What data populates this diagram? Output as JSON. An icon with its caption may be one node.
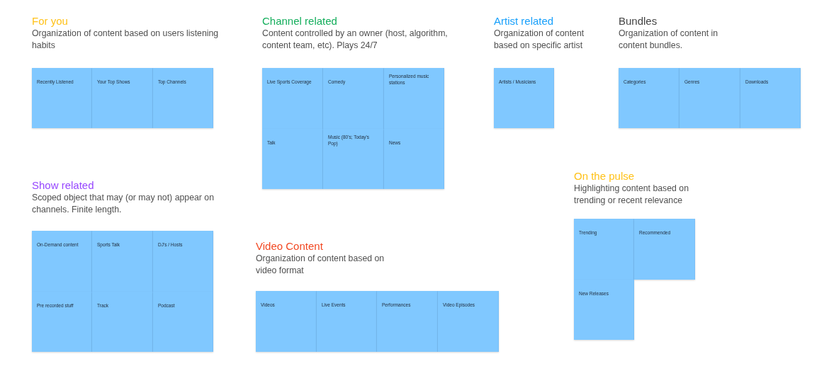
{
  "diagram": {
    "nodes": [
      {
        "text": [
          "Recently Listened"
        ]
      },
      {
        "text": [
          "Your Top Shows"
        ]
      },
      {
        "text": [
          "Top Channels"
        ]
      },
      {
        "text": [
          "Live Sports Coverage"
        ]
      },
      {
        "text": [
          "Comedy"
        ]
      },
      {
        "text": [
          "Personalized music stations"
        ]
      },
      {
        "text": [
          "Talk"
        ]
      },
      {
        "text": [
          "Music (80's; Today's Pop)"
        ]
      },
      {
        "text": [
          "News"
        ]
      },
      {
        "text": [
          "Artists / Musicians"
        ]
      },
      {
        "text": [
          "Categories"
        ]
      },
      {
        "text": [
          "Genres"
        ]
      },
      {
        "text": [
          "Downloads"
        ]
      },
      {
        "text": [
          "On-Demand content"
        ]
      },
      {
        "text": [
          "Sports Talk"
        ]
      },
      {
        "text": [
          "DJ's / Hosts"
        ]
      },
      {
        "text": [
          "Pre recorded stuff"
        ]
      },
      {
        "text": [
          "Track"
        ]
      },
      {
        "text": [
          "Podcast"
        ]
      },
      {
        "text": [
          "Videos"
        ]
      },
      {
        "text": [
          "Live Events"
        ]
      },
      {
        "text": [
          "Performances"
        ]
      },
      {
        "text": [
          "Video Episodes"
        ]
      },
      {
        "text": [
          "Trending"
        ]
      },
      {
        "text": [
          "Recommended"
        ]
      },
      {
        "text": [
          "New Releases"
        ]
      }
    ],
    "labels": [
      "For you",
      "Organization of content based on users listening habits",
      "Channel related",
      "Content controlled by an owner (host, algorithm, content team, etc). Plays 24/7",
      "Artist related",
      "Organization of content based on specific artist",
      "Bundles",
      "Organization of content in content bundles.",
      "Show related",
      "Scoped object that may (or may not) appear on channels. Finite length.",
      "Video Content",
      "Organization of content based on video format",
      "On the pulse",
      "Highlighting content based on trending or recent relevance"
    ]
  }
}
